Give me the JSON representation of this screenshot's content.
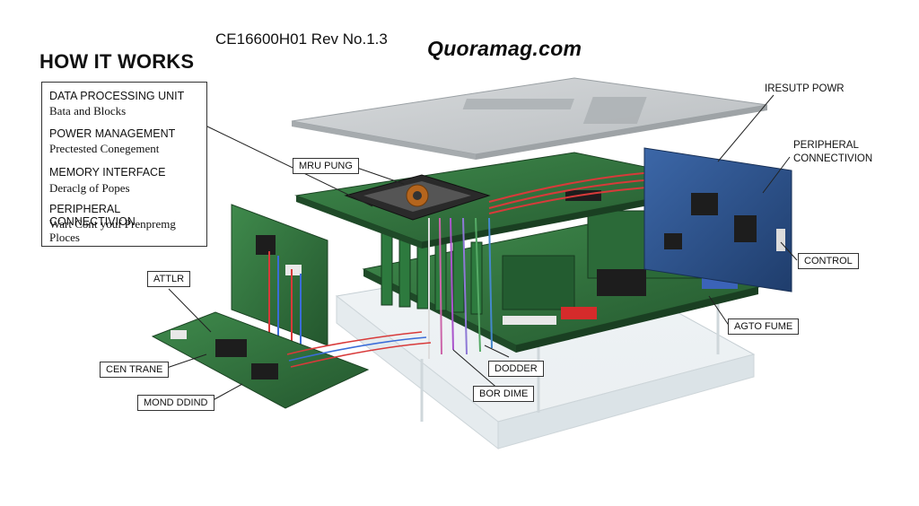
{
  "title": "HOW IT WORKS",
  "doc_id": "CE16600H01 Rev No.1.3",
  "watermark": "Quoramag.com",
  "legend": [
    {
      "heading": "DATA PROCESSING UNIT",
      "desc": "Bata and Blocks"
    },
    {
      "heading": "POWER MANAGEMENT",
      "desc": "Prectested Conegement"
    },
    {
      "heading": "MEMORY INTERFACE",
      "desc": "Deraclg of Popes"
    },
    {
      "heading": "PERIPHERAL CONNECTIVION",
      "desc": "Wart Cont youf Prenpremg Ploces"
    }
  ],
  "callouts": {
    "mru": "MRU PUNG",
    "attlr": "ATTLR",
    "centrane": "CEN TRANE",
    "mond": "MOND DDIND",
    "dodder": "DODDER",
    "bor": "BOR DIME",
    "agto": "AGTO FUME",
    "control": "CONTROL",
    "resutp": "IRESUTP POWR",
    "peripheral": "PERIPHERAL\nCONNECTIVION"
  },
  "colors": {
    "pcb_green": "#2f6b3a",
    "pcb_blue": "#2b4f86",
    "acrylic": "#dfe6ea",
    "lid": "#c9cdd0"
  }
}
